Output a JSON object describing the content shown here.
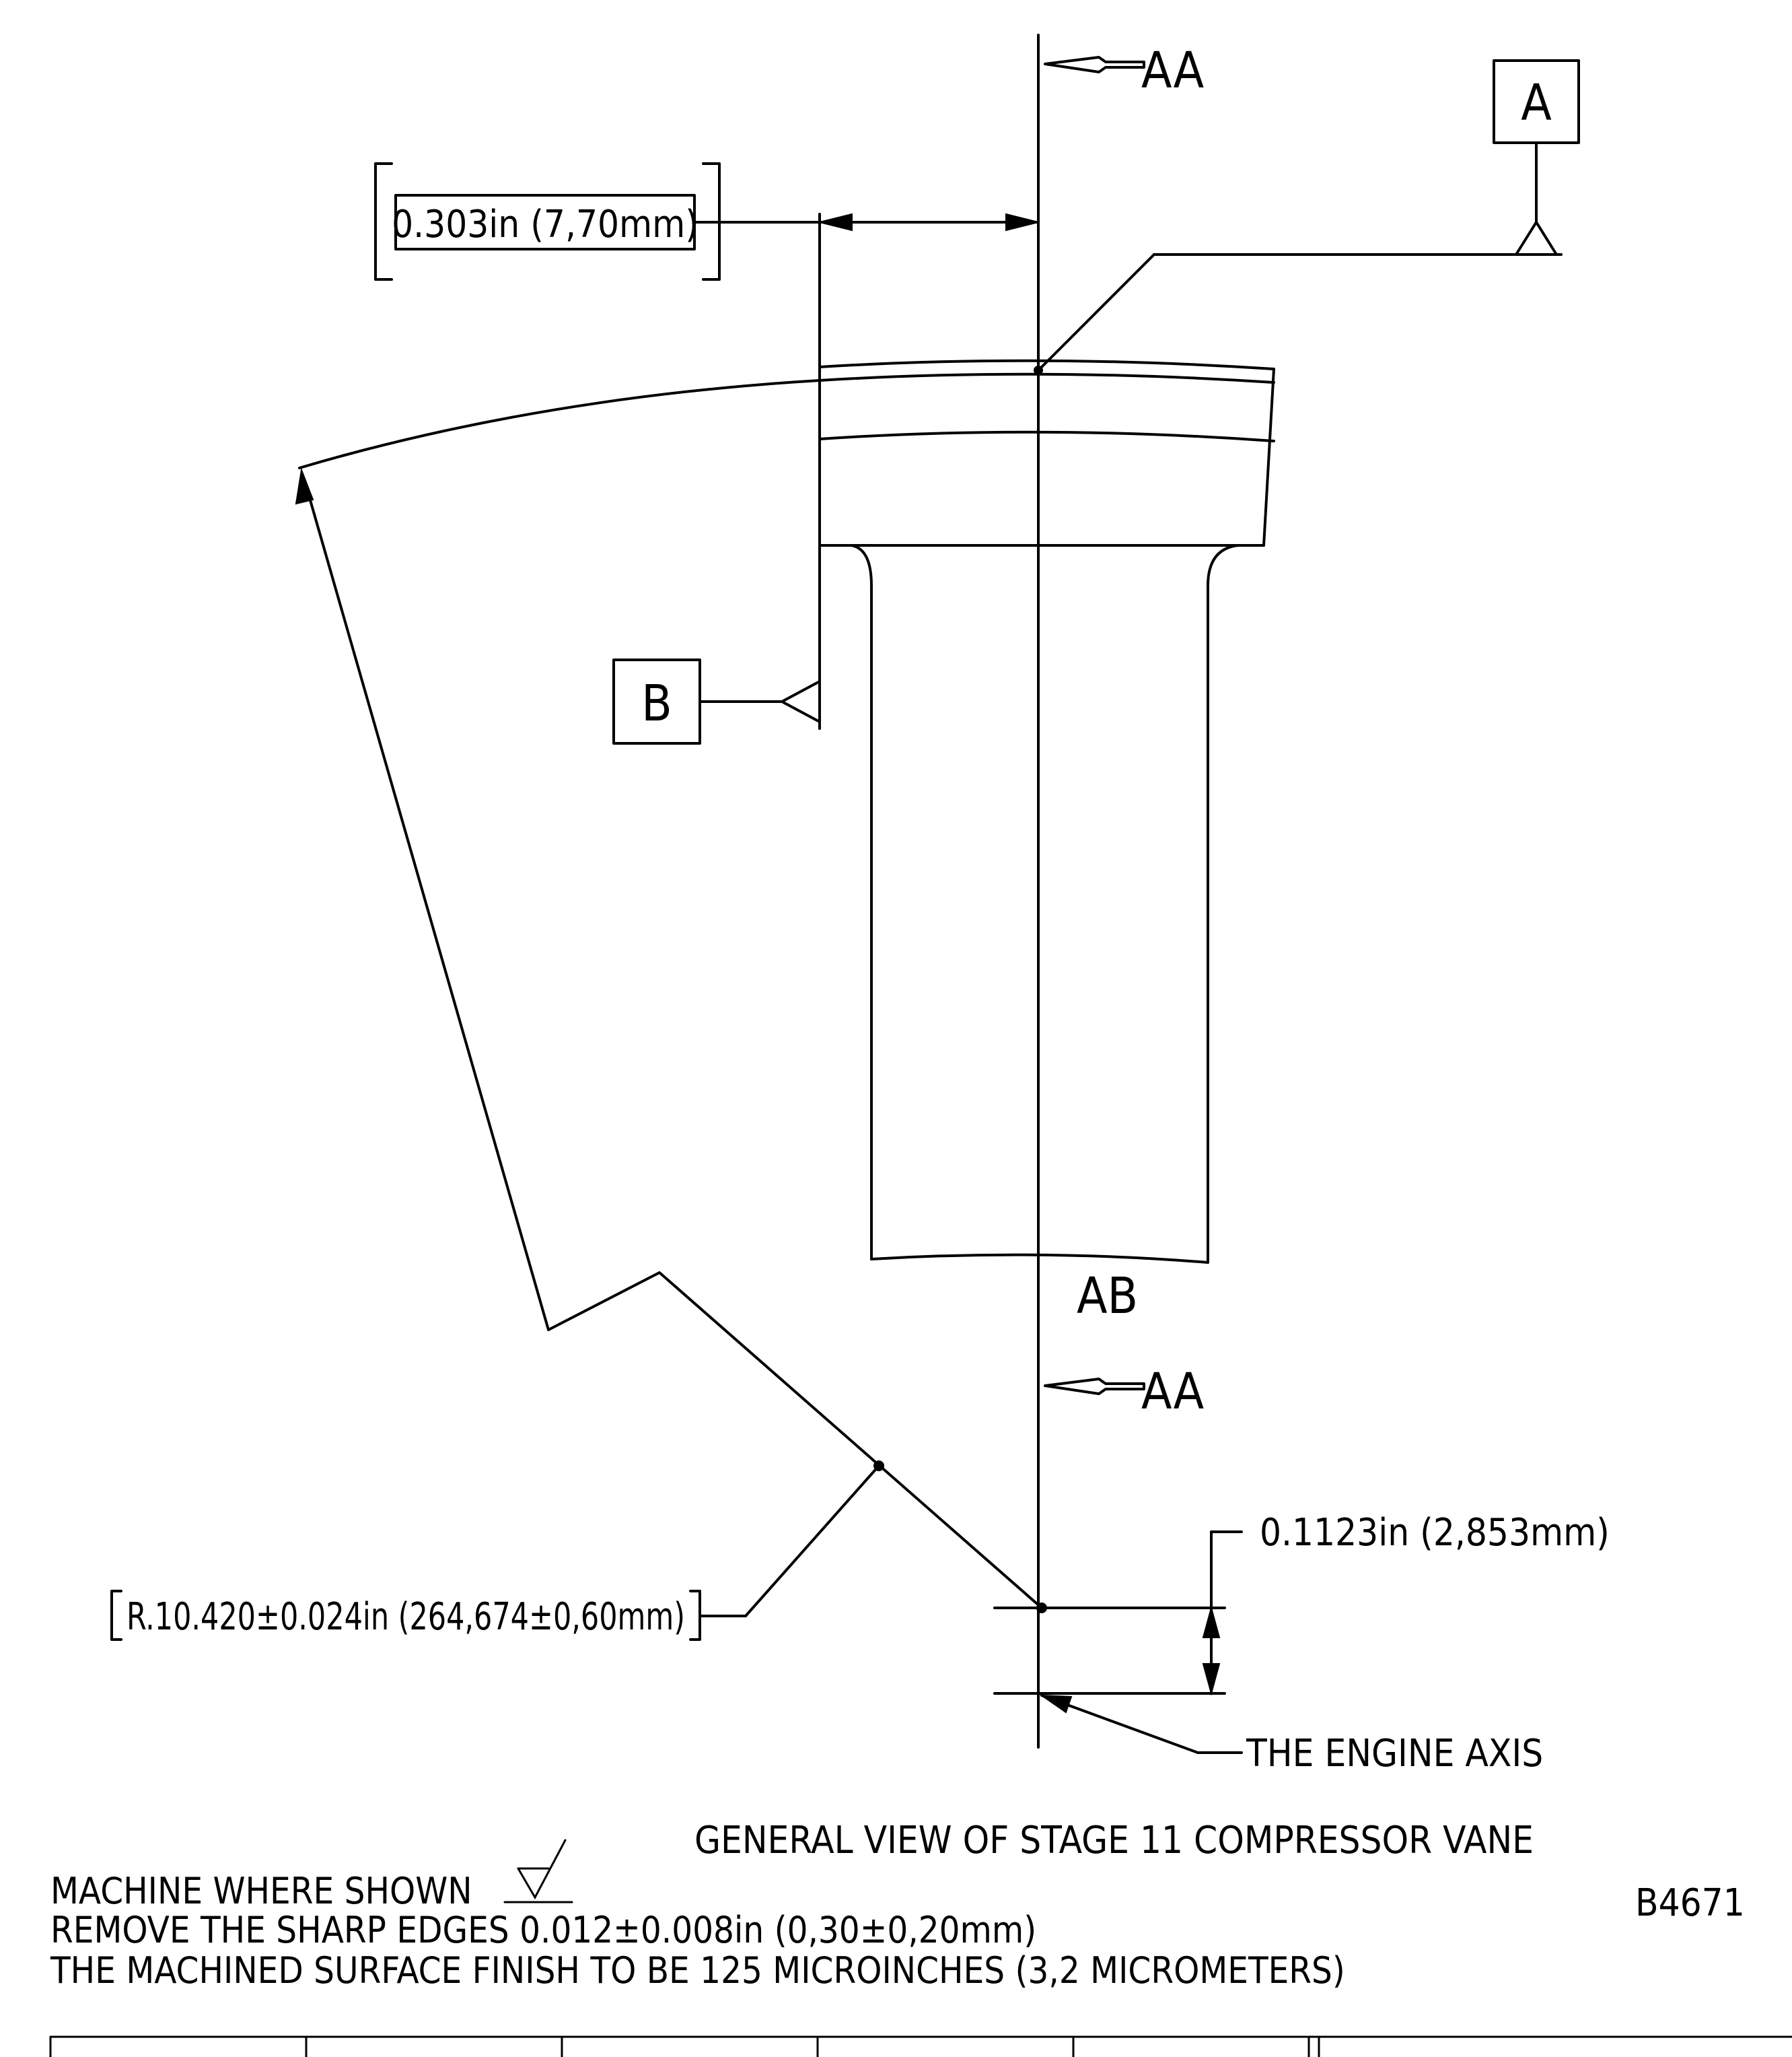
{
  "section_marks": {
    "top": "AA",
    "bottom": "AA",
    "lower": "AB"
  },
  "datums": {
    "a": "A",
    "b": "B"
  },
  "dimensions": {
    "width": "0.303in (7,70mm)",
    "offset": "0.1123in (2,853mm)",
    "radius": "R.10.420±0.024in (264,674±0,60mm)"
  },
  "engine_axis_label": "THE ENGINE AXIS",
  "title": "GENERAL VIEW OF STAGE 11 COMPRESSOR VANE",
  "notes": {
    "machine": "MACHINE WHERE SHOWN",
    "edges": "REMOVE THE SHARP EDGES 0.012±0.008in (0,30±0,20mm)",
    "finish": "THE MACHINED SURFACE FINISH TO BE 125 MICROINCHES (3,2 MICROMETERS)"
  },
  "figure_id": "B4671",
  "icons": {
    "machine_symbol": "machining-surface-symbol-icon"
  }
}
